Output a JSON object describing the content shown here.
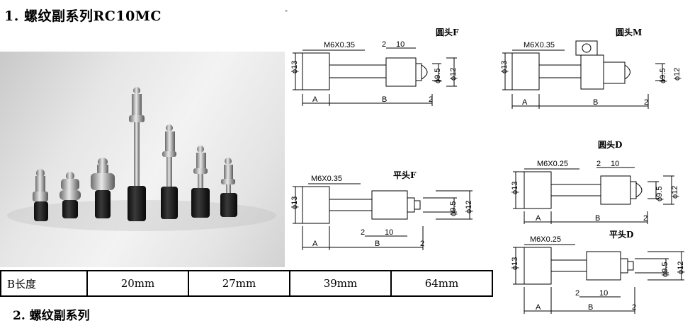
{
  "header": {
    "title": "1. 螺纹副系列RC10MC",
    "dash": "-"
  },
  "drawings": {
    "round_f": {
      "name": "圆头F",
      "thread": "M6X0.35",
      "d13": "ϕ13",
      "d95": "ϕ9.5",
      "d12": "ϕ12",
      "dim_a": "A",
      "dim_b": "B",
      "dim_2a": "2",
      "dim_2b": "2",
      "dim_10": "10"
    },
    "round_m": {
      "name": "圆头M",
      "thread": "M6X0.35",
      "d13": "ϕ13",
      "d95": "ϕ9.5",
      "d12": "ϕ12",
      "dim_a": "A",
      "dim_b": "B",
      "dim_2": "2"
    },
    "flat_f": {
      "name": "平头F",
      "thread": "M6X0.35",
      "d13": "ϕ13",
      "d95": "ϕ9.5",
      "d12": "ϕ12",
      "dim_a": "A",
      "dim_b": "B",
      "dim_2a": "2",
      "dim_2b": "2",
      "dim_10": "10"
    },
    "round_d": {
      "name": "圆头D",
      "thread": "M6X0.25",
      "d13": "ϕ13",
      "d95": "ϕ9.5",
      "d12": "ϕ12",
      "dim_a": "A",
      "dim_b": "B",
      "dim_2a": "2",
      "dim_2b": "2",
      "dim_10": "10"
    },
    "flat_d": {
      "name": "平头D",
      "thread": "M6X0.25",
      "d13": "ϕ13",
      "d95": "ϕ9.5",
      "d12": "ϕ12",
      "dim_a": "A",
      "dim_b": "B",
      "dim_2a": "2",
      "dim_2b": "2",
      "dim_10": "10"
    }
  },
  "table": {
    "label": "B长度",
    "values": [
      "20mm",
      "27mm",
      "39mm",
      "64mm"
    ]
  },
  "footer": {
    "text": "2. 螺纹副系列"
  }
}
